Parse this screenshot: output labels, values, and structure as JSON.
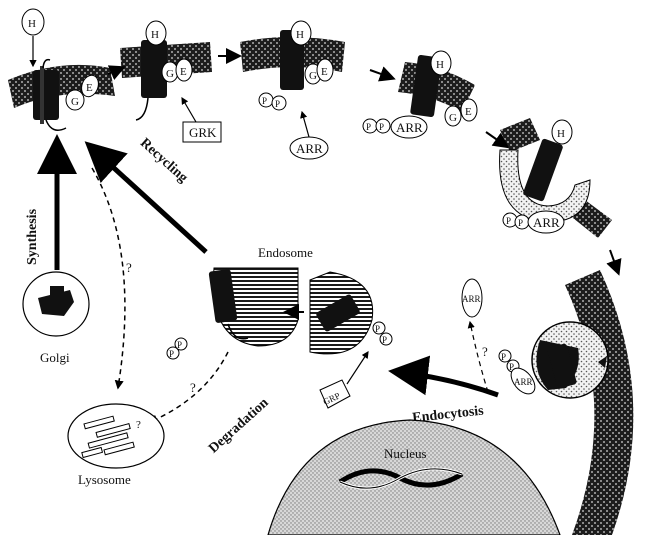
{
  "labels": {
    "hormone": "H",
    "g_protein": "G",
    "effector": "E",
    "grk": "GRK",
    "arr": "ARR",
    "phosphate": "P",
    "grp": "GRP",
    "synthesis": "Synthesis",
    "recycling": "Recycling",
    "degradation": "Degradation",
    "endocytosis": "Endocytosis",
    "endosome": "Endosome",
    "golgi": "Golgi",
    "lysosome": "Lysosome",
    "nucleus": "Nucleus",
    "question": "?"
  }
}
